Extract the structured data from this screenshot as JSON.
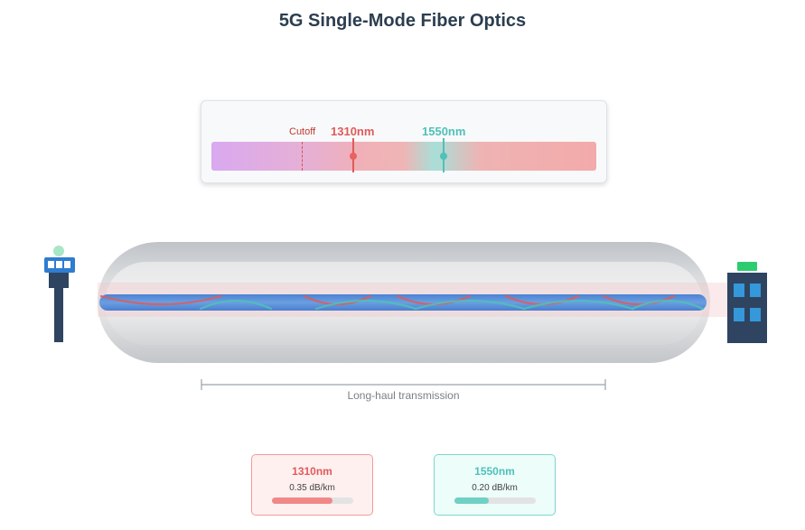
{
  "title": "5G Single-Mode Fiber Optics",
  "spectrum": {
    "cutoff_label": "Cutoff",
    "marker_1310_label": "1310nm",
    "marker_1550_label": "1550nm"
  },
  "span_label": "Long-haul transmission",
  "cards": [
    {
      "wavelength": "1310nm",
      "attenuation": "0.35 dB/km",
      "level": 0.35,
      "color": "#e05a5a"
    },
    {
      "wavelength": "1550nm",
      "attenuation": "0.20 dB/km",
      "level": 0.2,
      "color": "#4fc1b8"
    }
  ],
  "colors": {
    "cladding": "#cfd1d4",
    "core": "#5b8fd6",
    "tower": "#2e4461",
    "accent_green": "#2ecc71"
  },
  "icons": {
    "left": "cell-tower-icon",
    "right": "office-building-icon"
  }
}
